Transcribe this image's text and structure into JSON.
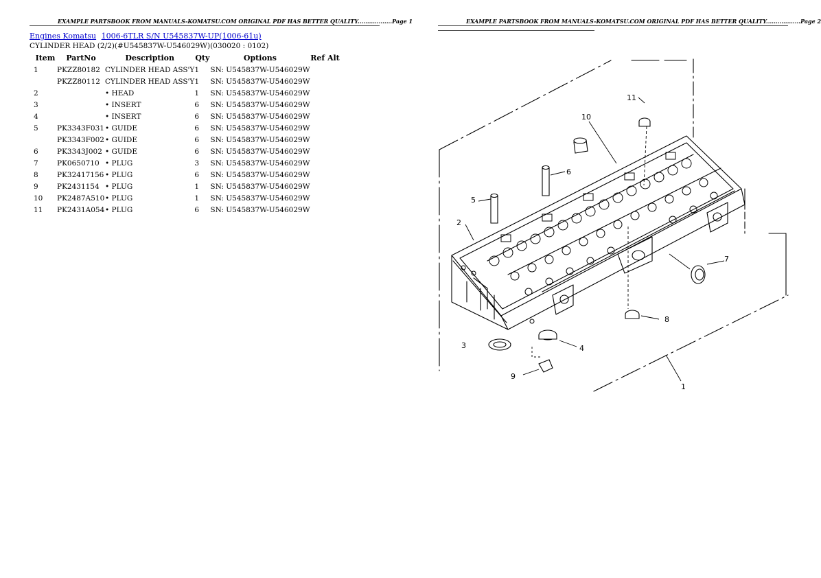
{
  "header": {
    "page1": "EXAMPLE PARTSBOOK FROM MANUALS-KOMATSU.COM ORIGINAL PDF HAS BETTER QUALITY..................Page 1",
    "page2": "EXAMPLE PARTSBOOK FROM MANUALS-KOMATSU.COM ORIGINAL PDF HAS BETTER QUALITY..................Page 2"
  },
  "breadcrumb": {
    "link1": "Engines Komatsu",
    "link2": "1006-6TLR S/N U545837W-UP(1006-61u)"
  },
  "subtitle": "CYLINDER HEAD (2/2)(#U545837W-U546029W)(030020 : 0102)",
  "table": {
    "headers": {
      "item": "Item",
      "partno": "PartNo",
      "description": "Description",
      "qty": "Qty",
      "options": "Options",
      "ref": "Ref Alt"
    },
    "rows": [
      {
        "item": "1",
        "partno": "PKZZ80182",
        "description": "CYLINDER HEAD ASS'Y",
        "qty": "1",
        "options": "SN: U545837W-U546029W"
      },
      {
        "item": "",
        "partno": "PKZZ80112",
        "description": "CYLINDER HEAD ASS'Y",
        "qty": "1",
        "options": "SN: U545837W-U546029W"
      },
      {
        "item": "2",
        "partno": "",
        "description": "• HEAD",
        "qty": "1",
        "options": "SN: U545837W-U546029W"
      },
      {
        "item": "3",
        "partno": "",
        "description": "• INSERT",
        "qty": "6",
        "options": "SN: U545837W-U546029W"
      },
      {
        "item": "4",
        "partno": "",
        "description": "• INSERT",
        "qty": "6",
        "options": "SN: U545837W-U546029W"
      },
      {
        "item": "5",
        "partno": "PK3343F031",
        "description": "• GUIDE",
        "qty": "6",
        "options": "SN: U545837W-U546029W"
      },
      {
        "item": "",
        "partno": "PK3343F002",
        "description": "• GUIDE",
        "qty": "6",
        "options": "SN: U545837W-U546029W"
      },
      {
        "item": "6",
        "partno": "PK3343J002",
        "description": "• GUIDE",
        "qty": "6",
        "options": "SN: U545837W-U546029W"
      },
      {
        "item": "7",
        "partno": "PK0650710",
        "description": "• PLUG",
        "qty": "3",
        "options": "SN: U545837W-U546029W"
      },
      {
        "item": "8",
        "partno": "PK32417156",
        "description": "• PLUG",
        "qty": "6",
        "options": "SN: U545837W-U546029W"
      },
      {
        "item": "9",
        "partno": "PK2431154",
        "description": "• PLUG",
        "qty": "1",
        "options": "SN: U545837W-U546029W"
      },
      {
        "item": "10",
        "partno": "PK2487A510",
        "description": "• PLUG",
        "qty": "1",
        "options": "SN: U545837W-U546029W"
      },
      {
        "item": "11",
        "partno": "PK2431A054",
        "description": "• PLUG",
        "qty": "6",
        "options": "SN: U545837W-U546029W"
      }
    ]
  },
  "callouts": [
    "1",
    "2",
    "3",
    "4",
    "5",
    "6",
    "7",
    "8",
    "9",
    "10",
    "11"
  ]
}
